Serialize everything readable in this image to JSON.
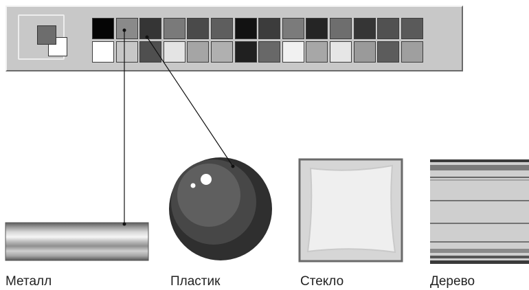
{
  "palette": {
    "foreground_color": "#6d6d6d",
    "background_color": "#ffffff",
    "row1": [
      "#050505",
      "#8a8a8a",
      "#353535",
      "#7a7a7a",
      "#4a4a4a",
      "#5e5e5e",
      "#121212",
      "#3c3c3c",
      "#7b7b7b",
      "#252525",
      "#6e6e6e",
      "#353535",
      "#515151",
      "#5a5a5a"
    ],
    "row2": [
      "#ffffff",
      "#c7c7c7",
      "#4f4f4f",
      "#e4e4e4",
      "#a5a5a5",
      "#b0b0b0",
      "#202020",
      "#686868",
      "#f1f1f1",
      "#a7a7a7",
      "#e6e6e6",
      "#9a9a9a",
      "#5c5c5c",
      "#9f9f9f"
    ]
  },
  "materials": [
    {
      "name": "metal",
      "label": "Металл"
    },
    {
      "name": "plastic",
      "label": "Пластик"
    },
    {
      "name": "glass",
      "label": "Стекло"
    },
    {
      "name": "wood",
      "label": "Дерево"
    }
  ]
}
